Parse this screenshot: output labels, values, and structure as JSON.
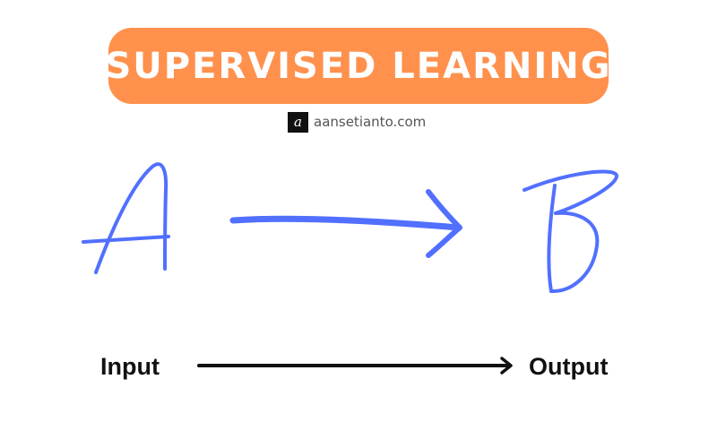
{
  "title": "SUPERVISED LEARNING",
  "brand": {
    "logo_letter": "a",
    "site": "aansetianto.com"
  },
  "diagram": {
    "left_letter": "A",
    "right_letter": "B",
    "input_label": "Input",
    "output_label": "Output"
  },
  "colors": {
    "banner": "#ff914d",
    "title_text": "#ffffff",
    "sketch_blue": "#5170ff",
    "text_dark": "#111111"
  }
}
